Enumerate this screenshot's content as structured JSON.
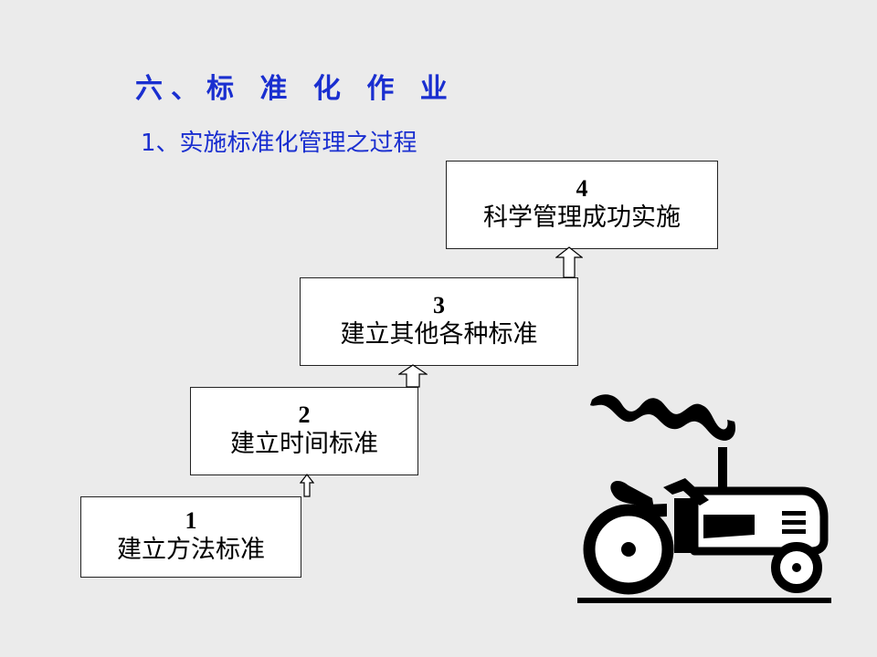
{
  "heading": {
    "title": "六、标 准 化 作 业",
    "subtitle": "1、实施标准化管理之过程"
  },
  "steps": [
    {
      "num": "1",
      "label": "建立方法标准"
    },
    {
      "num": "2",
      "label": "建立时间标准"
    },
    {
      "num": "3",
      "label": "建立其他各种标准"
    },
    {
      "num": "4",
      "label": "科学管理成功实施"
    }
  ],
  "colors": {
    "heading": "#1a2fd0",
    "background": "#ebebeb",
    "box": "#ffffff",
    "tractor": "#000000"
  },
  "icons": {
    "connector": "hollow-up-arrow-icon",
    "illustration": "tractor-icon"
  }
}
